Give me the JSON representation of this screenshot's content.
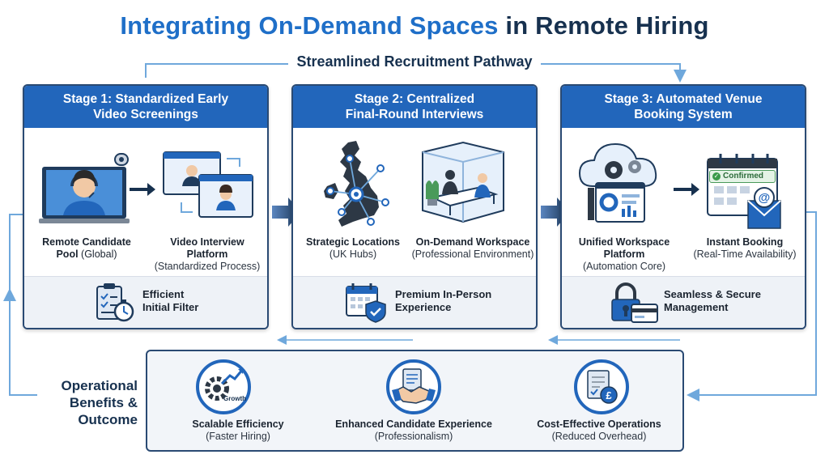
{
  "title": {
    "part1": "Integrating On-Demand Spaces",
    "part2": "in Remote Hiring"
  },
  "pathway_label": "Streamlined Recruitment Pathway",
  "stages": [
    {
      "title_line1": "Stage 1: Standardized Early",
      "title_line2": "Video Screenings",
      "items": [
        {
          "title_line1": "Remote Candidate",
          "title_line2": "Pool",
          "sub": "(Global)",
          "icon": "remote-candidate-icon"
        },
        {
          "title_line1": "Video Interview",
          "title_line2": "Platform",
          "sub": "(Standardized Process)",
          "icon": "video-interview-icon"
        }
      ],
      "footer_line1": "Efficient",
      "footer_line2": "Initial Filter",
      "footer_icon": "checklist-stopwatch-icon"
    },
    {
      "title_line1": "Stage 2: Centralized",
      "title_line2": "Final-Round Interviews",
      "items": [
        {
          "title_line1": "Strategic Locations",
          "title_line2": "",
          "sub": "(UK Hubs)",
          "icon": "uk-map-icon"
        },
        {
          "title_line1": "On-Demand Workspace",
          "title_line2": "",
          "sub": "(Professional Environment)",
          "icon": "meeting-room-icon"
        }
      ],
      "footer_line1": "Premium In-Person",
      "footer_line2": "Experience",
      "footer_icon": "calendar-shield-icon"
    },
    {
      "title_line1": "Stage 3: Automated Venue",
      "title_line2": "Booking System",
      "items": [
        {
          "title_line1": "Unified Workspace",
          "title_line2": "Platform",
          "sub": "(Automation Core)",
          "icon": "cloud-gears-icon"
        },
        {
          "title_line1": "Instant Booking",
          "title_line2": "",
          "sub": "(Real-Time Availability)",
          "icon": "calendar-confirmed-icon"
        }
      ],
      "confirmed_badge": "Confirmed",
      "footer_line1": "Seamless & Secure",
      "footer_line2": "Management",
      "footer_icon": "lock-card-icon"
    }
  ],
  "benefits": {
    "title_line1": "Operational",
    "title_line2": "Benefits &",
    "title_line3": "Outcome",
    "growth_badge": "Growth",
    "items": [
      {
        "title": "Scalable Efficiency",
        "sub": "(Faster Hiring)",
        "icon": "gear-growth-icon"
      },
      {
        "title": "Enhanced Candidate Experience",
        "sub": "(Professionalism)",
        "icon": "handshake-icon"
      },
      {
        "title": "Cost-Effective Operations",
        "sub": "(Reduced Overhead)",
        "icon": "document-pound-icon"
      }
    ]
  },
  "colors": {
    "accent": "#1f6fc8",
    "header": "#2266bb",
    "navy": "#17314f",
    "flow_line": "#6fa8dc"
  }
}
